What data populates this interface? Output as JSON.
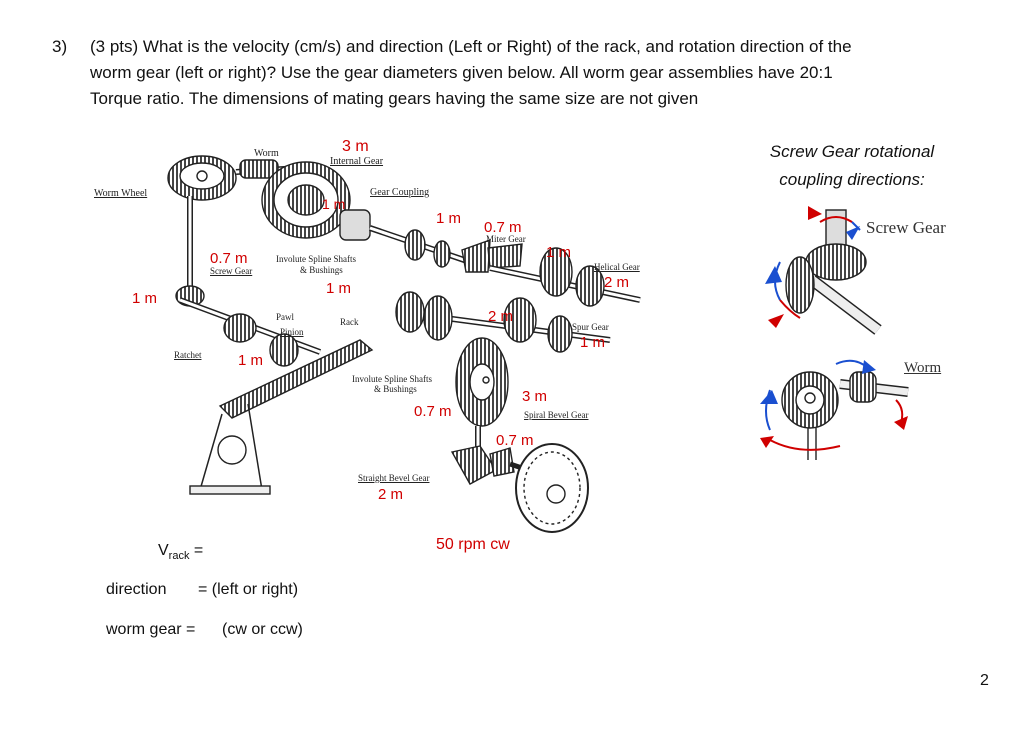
{
  "question": {
    "number": "3)",
    "line1": "(3 pts) What is the velocity (cm/s) and direction (Left or Right) of the rack, and rotation direction of the",
    "line2": "worm gear (left or right)? Use the gear diameters given below. All worm gear assemblies have 20:1",
    "line3": "Torque ratio. The dimensions of mating gears having the same size are not given"
  },
  "diagram": {
    "labels": {
      "worm": "Worm",
      "internal_gear": "Internal Gear",
      "worm_wheel": "Worm Wheel",
      "gear_coupling": "Gear Coupling",
      "miter_gear": "Miter Gear",
      "screw_gear": "Screw Gear",
      "involute_spline_1": "Involute Spline Shafts",
      "bushings_1": "& Bushings",
      "helical_gear": "Helical Gear",
      "pawl": "Pawl",
      "pinion": "Pinion",
      "rack": "Rack",
      "spur_gear": "Spur Gear",
      "ratchet": "Ratchet",
      "involute_spline_2": "Involute Spline Shafts",
      "bushings_2": "& Bushings",
      "spiral_bevel_gear": "Spiral Bevel Gear",
      "straight_bevel_gear": "Straight Bevel Gear"
    },
    "dims": {
      "internal_gear": "3 m",
      "worm": "1 m",
      "coupling": "1 m",
      "miter": "0.7 m",
      "screw_gear": "0.7 m",
      "helical_top": "1 m",
      "helical": "2 m",
      "worm_wheel": "1 m",
      "mid_gear": "2 m",
      "spur": "1 m",
      "pinion": "1 m",
      "spiral_bevel": "3 m",
      "bevel_left": "0.7 m",
      "bevel_right": "0.7 m",
      "straight_bevel": "2 m"
    },
    "input_speed": "50 rpm cw"
  },
  "answers": {
    "v_prefix": "V",
    "v_sub": "rack",
    "v_suffix": " =",
    "direction_label": "direction",
    "direction_value": "=  (left or right)",
    "worm_label": "worm gear =",
    "worm_value": "(cw or ccw)"
  },
  "side_panel": {
    "title_line1": "Screw Gear rotational",
    "title_line2": "coupling directions:",
    "screw_gear_label": "Screw Gear",
    "worm_label": "Worm"
  },
  "page_number": "2"
}
